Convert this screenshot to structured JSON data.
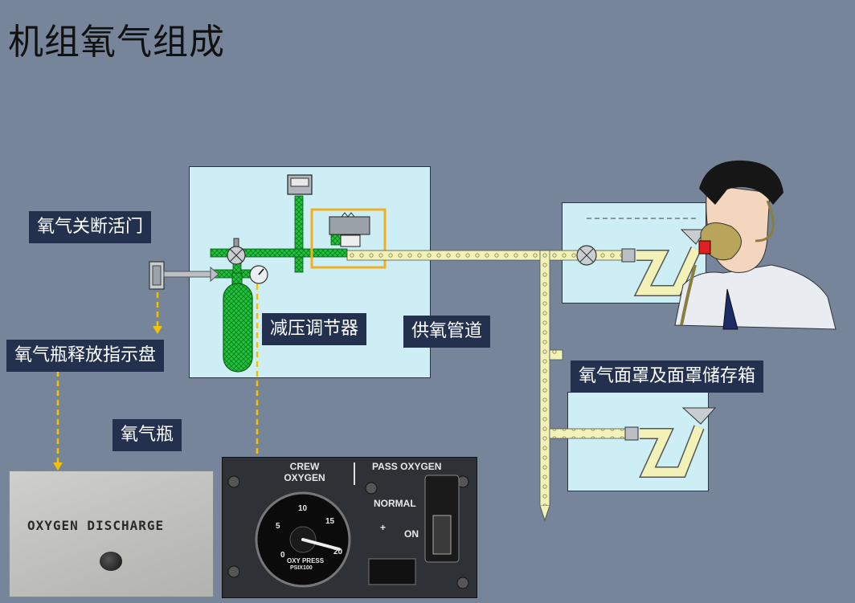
{
  "title": "机组氧气组成",
  "labels": {
    "shutoff_valve": "氧气关断活门",
    "discharge_indicator": "氧气瓶释放指示盘",
    "cylinder": "氧气瓶",
    "regulator": "减压调节器",
    "supply_line": "供氧管道",
    "mask_box": "氧气面罩及面罩储存箱"
  },
  "discharge_photo": {
    "text": "OXYGEN  DISCHARGE"
  },
  "crew_panel": {
    "crew_oxygen": "CREW\nOXYGEN",
    "pass_oxygen": "PASS OXYGEN",
    "normal": "NORMAL",
    "on": "ON",
    "gauge_ticks": [
      "0",
      "5",
      "10",
      "15",
      "20"
    ],
    "gauge_label": "OXY PRESS",
    "gauge_sub": "PSIX100"
  },
  "colors": {
    "background": "#76859a",
    "label_bg": "#23314f",
    "panel_bg": "#cdeef4",
    "green_line": "#1fc23a",
    "supply_line": "#f2f2b8",
    "highlight": "#f0b020",
    "arrow_dash": "#f2c200"
  }
}
